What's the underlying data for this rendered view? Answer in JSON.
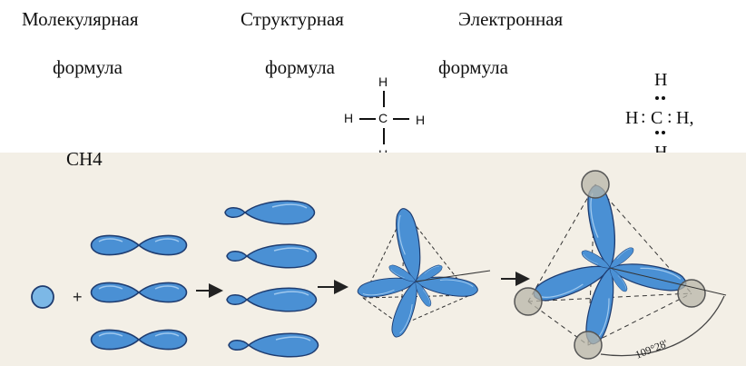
{
  "headings": {
    "molecular_1": "Молекулярная",
    "molecular_2": "формула",
    "structural_1": "Структурная",
    "structural_2": "формула",
    "electronic_1": "Электронная",
    "electronic_2": "формула"
  },
  "formula": "CH4",
  "structural": {
    "center": "C",
    "top": "H",
    "left": "H",
    "right": "H",
    "bottom": "H"
  },
  "electronic": {
    "top": "H",
    "left": "H",
    "sep1": ":",
    "center": "C",
    "sep2": ":",
    "right": "H,",
    "bottom": "H"
  },
  "angle_label": "109°28'",
  "colors": {
    "orbital_fill": "#4a90d4",
    "orbital_stroke": "#1e3c70",
    "hydrogen_fill": "#b8b6a8",
    "panel_bg": "#f3efe6"
  }
}
